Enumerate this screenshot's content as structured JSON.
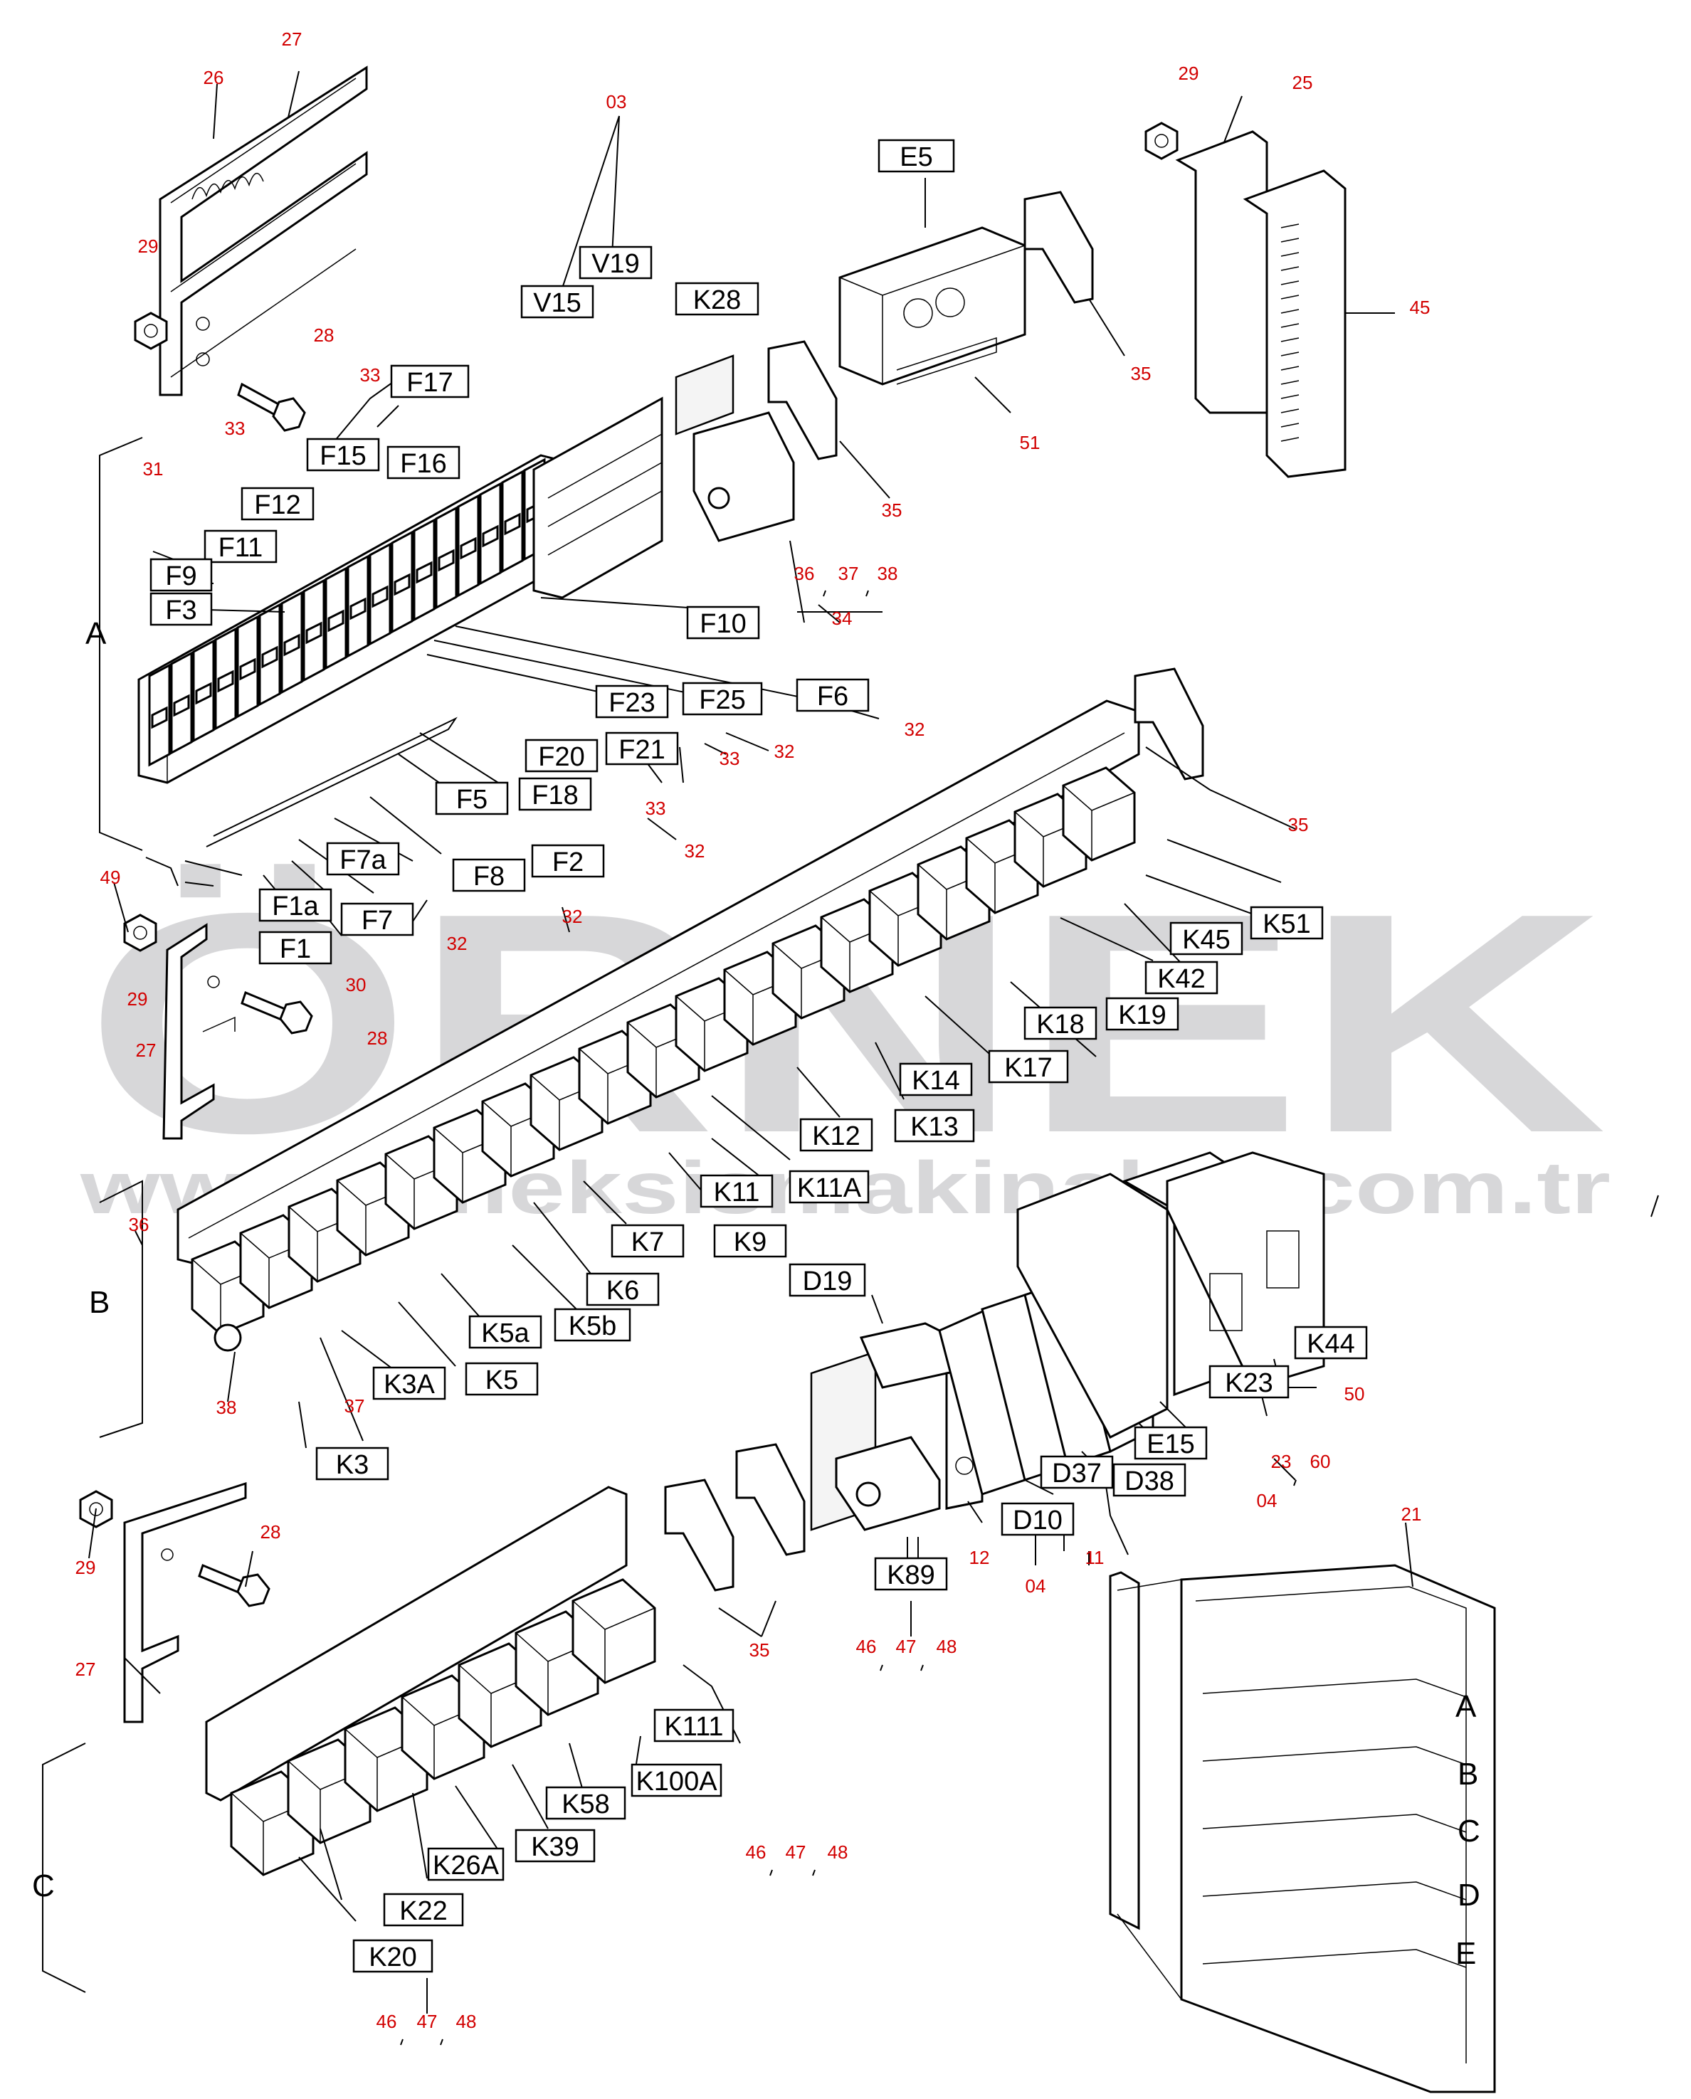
{
  "watermark": {
    "big": "ÖRNEK",
    "url": "www.orneksismakinalari.com.tr"
  },
  "sections": [
    "A",
    "B",
    "C"
  ],
  "cabinet_rows": [
    "A",
    "B",
    "C",
    "D",
    "E"
  ],
  "labels": {
    "E5": "E5",
    "V19": "V19",
    "V15": "V15",
    "K28": "K28",
    "F17": "F17",
    "F15": "F15",
    "F16": "F16",
    "F12": "F12",
    "F11": "F11",
    "F9": "F9",
    "F3": "F3",
    "F10": "F10",
    "F23": "F23",
    "F25": "F25",
    "F6": "F6",
    "F20": "F20",
    "F21": "F21",
    "F18": "F18",
    "F5": "F5",
    "F7a": "F7a",
    "F2": "F2",
    "F8": "F8",
    "F1a": "F1a",
    "F7": "F7",
    "F1": "F1",
    "K45": "K45",
    "K51": "K51",
    "K42": "K42",
    "K18": "K18",
    "K19": "K19",
    "K14": "K14",
    "K17": "K17",
    "K13": "K13",
    "K12": "K12",
    "K11": "K11",
    "K11A": "K11A",
    "K9": "K9",
    "K7": "K7",
    "K6": "K6",
    "K5a": "K5a",
    "K5b": "K5b",
    "K5": "K5",
    "K3A": "K3A",
    "K3": "K3",
    "D19": "D19",
    "K44": "K44",
    "K23": "K23",
    "E15": "E15",
    "D37": "D37",
    "D38": "D38",
    "D10": "D10",
    "K89": "K89",
    "K111": "K111",
    "K100A": "K100A",
    "K58": "K58",
    "K39": "K39",
    "K26A": "K26A",
    "K22": "K22",
    "K20": "K20"
  },
  "refs": {
    "r27a": "27",
    "r26": "26",
    "r03": "03",
    "r29a": "29",
    "r25": "25",
    "r29b": "29",
    "r28a": "28",
    "r45": "45",
    "r35a": "35",
    "r33a": "33",
    "r33b": "33",
    "r31": "31",
    "r51": "51",
    "r35b": "35",
    "r36a": "36",
    "r37a": "37",
    "r38a": "38",
    "r34": "34",
    "r32a": "32",
    "r32b": "32",
    "r33c": "33",
    "r33d": "33",
    "r35c": "35",
    "r32c": "32",
    "r32d": "32",
    "r49": "49",
    "r32e": "32",
    "r29c": "29",
    "r30": "30",
    "r28b": "28",
    "r27b": "27",
    "r36b": "36",
    "r50": "50",
    "r38b": "38",
    "r37b": "37",
    "r23": "23",
    "r60": "60",
    "r04a": "04",
    "r12": "12",
    "r11": "11",
    "r04b": "04",
    "r21": "21",
    "r29d": "29",
    "r28c": "28",
    "r35d": "35",
    "r46a": "46",
    "r47a": "47",
    "r48a": "48",
    "r27c": "27",
    "r46b": "46",
    "r47b": "47",
    "r48b": "48",
    "r46c": "46",
    "r47c": "47",
    "r48c": "48"
  }
}
